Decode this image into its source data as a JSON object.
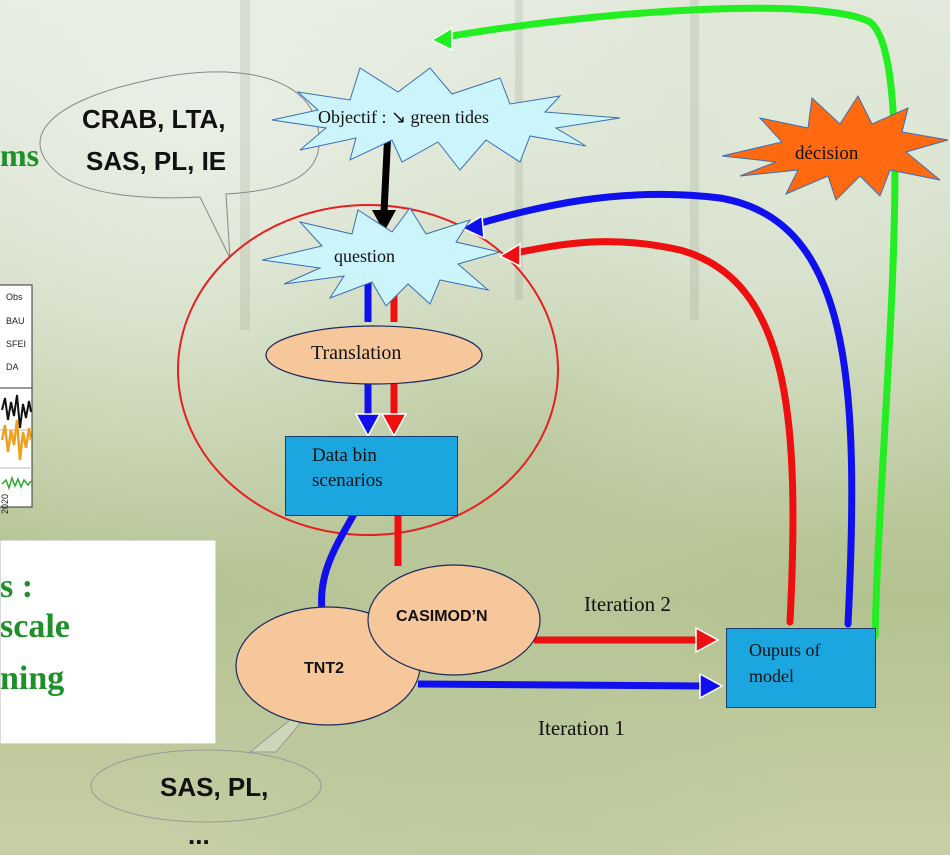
{
  "colors": {
    "blue_arrow": "#1010ee",
    "red_arrow": "#ee1010",
    "green_arrow": "#22ee22",
    "black_arrow": "#000000",
    "light_cyan": "#ccf4fb",
    "orange_burst": "#ff6a10",
    "peach_node": "#f7c79c",
    "box_blue": "#1ba6e0",
    "ellipse_red": "#e52020",
    "title_green": "#1f8f2a"
  },
  "left_fragment": {
    "title_cut": "ms",
    "legend_items": [
      "Obs",
      "BAU",
      "SFEI",
      "DA"
    ],
    "axis_year": "2020",
    "panel_lines": [
      "s :",
      "scale",
      "ning"
    ]
  },
  "callout_top": {
    "line1": "CRAB, LTA,",
    "line2": "SAS, PL, IE"
  },
  "callout_bottom": {
    "line1": "SAS, PL,",
    "line2": "..."
  },
  "nodes": {
    "objectif": "Objectif : ↘ green tides",
    "question": "question",
    "decision": "décision",
    "translation": "Translation",
    "data_bin": [
      "Data bin",
      "scenarios"
    ],
    "casimod": "CASIMOD’N",
    "tnt2": "TNT2",
    "outputs": [
      "Ouputs of",
      "model"
    ]
  },
  "iterations": {
    "iter2": "Iteration 2",
    "iter1": "Iteration 1"
  }
}
